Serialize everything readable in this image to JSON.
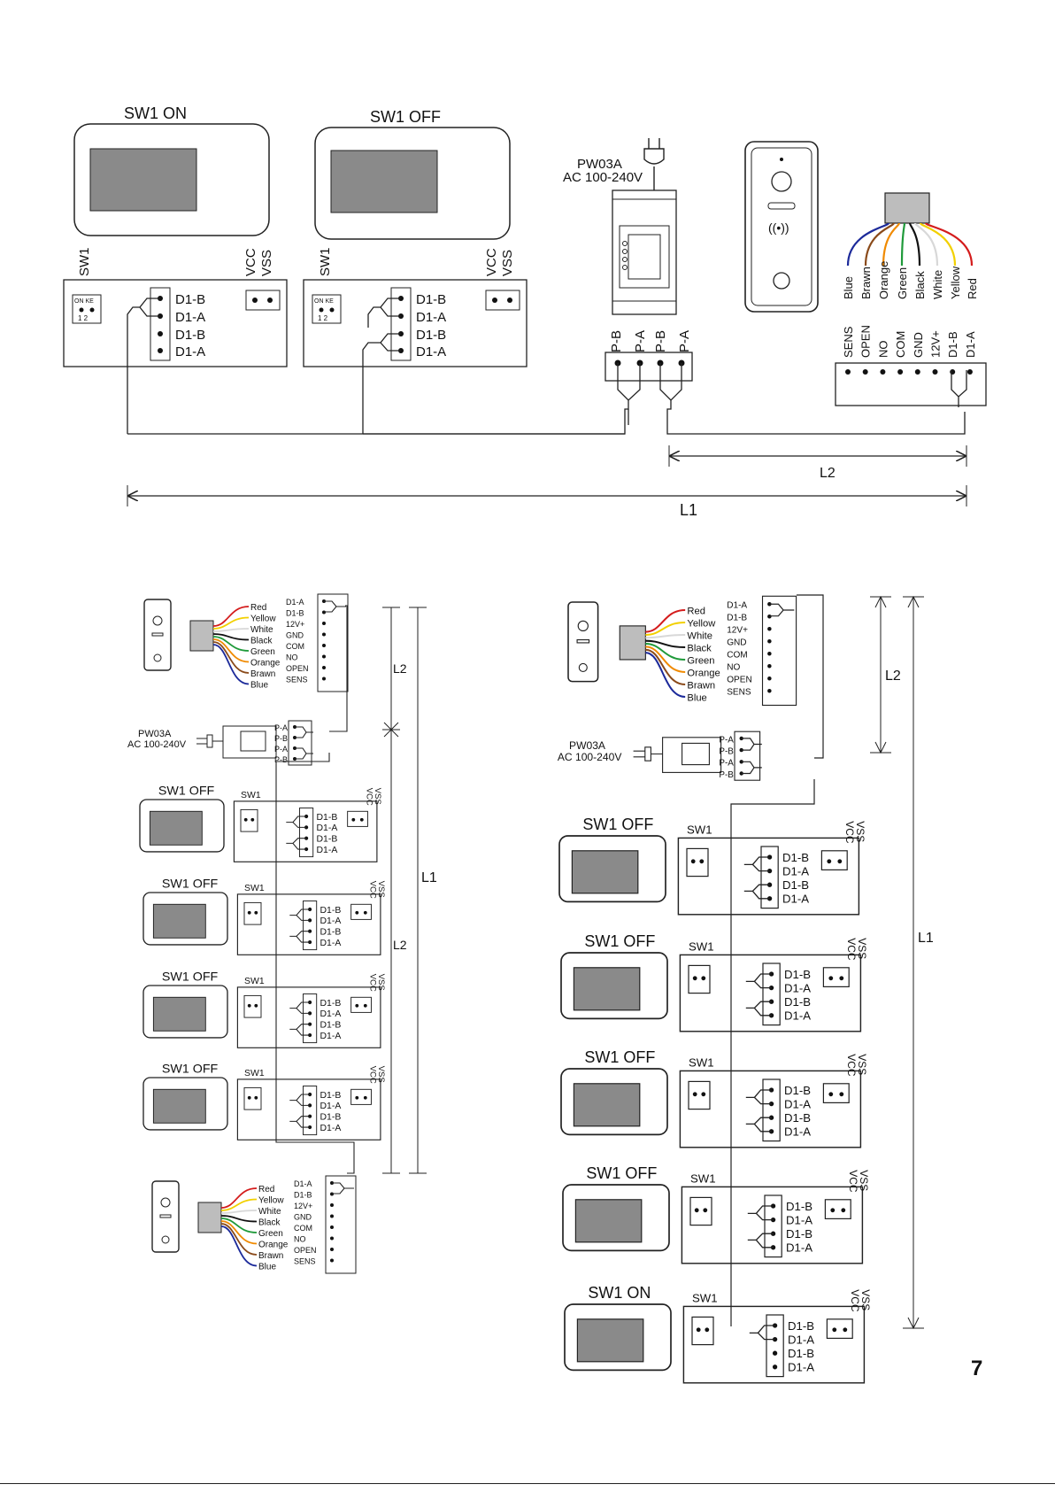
{
  "page": {
    "number": "7"
  },
  "labels": {
    "sw1_on": "SW1 ON",
    "sw1_off": "SW1 OFF",
    "sw1": "SW1",
    "sw1_on_short": "ON KE",
    "dip_nums": "1  2",
    "vcc": "VCC",
    "vss": "VSS",
    "d1b": "D1-B",
    "d1a": "D1-A",
    "pb": "P-B",
    "pa": "P-A",
    "psu_model": "PW03A",
    "psu_input": "AC 100-240V",
    "l1": "L1",
    "l2": "L2"
  },
  "wires": [
    {
      "color_name": "Blue",
      "hex": "#1c2a9a"
    },
    {
      "color_name": "Brawn",
      "hex": "#8a4a1a"
    },
    {
      "color_name": "Orange",
      "hex": "#f08a00"
    },
    {
      "color_name": "Green",
      "hex": "#1f9a3a"
    },
    {
      "color_name": "Black",
      "hex": "#111111"
    },
    {
      "color_name": "White",
      "hex": "#d8d8d8"
    },
    {
      "color_name": "Yellow",
      "hex": "#f2d000"
    },
    {
      "color_name": "Red",
      "hex": "#d41c1c"
    }
  ],
  "outdoor_terminals": [
    "SENS",
    "OPEN",
    "NO",
    "COM",
    "GND",
    "12V+",
    "D1-B",
    "D1-A"
  ],
  "outdoor_terminals_rev": [
    "D1-A",
    "D1-B",
    "12V+",
    "GND",
    "COM",
    "NO",
    "OPEN",
    "SENS"
  ],
  "colors": {
    "line": "#222222",
    "screen": "#8a8a8a",
    "panel": "#bdbdbd"
  }
}
